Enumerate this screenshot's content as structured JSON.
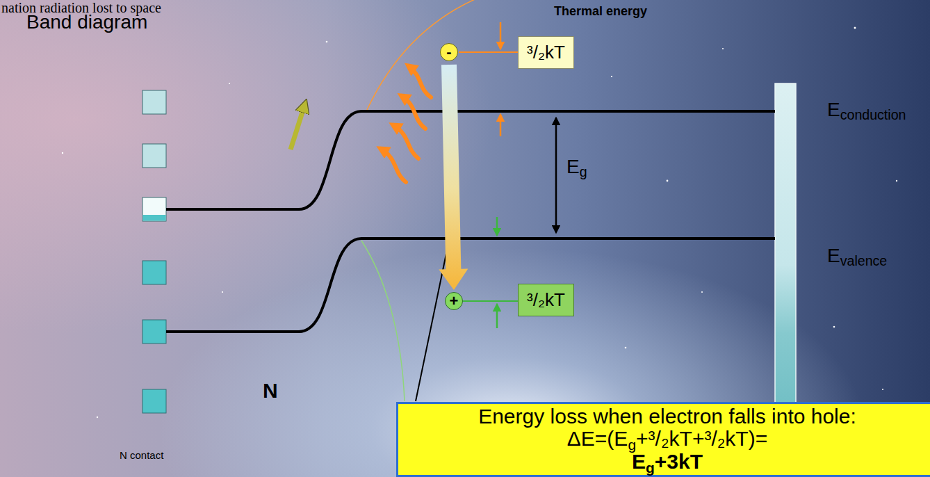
{
  "diagram": {
    "nodes": [
      {
        "text": [
          "-"
        ]
      },
      {
        "text": [
          "³/₂kT"
        ]
      },
      {
        "text": [
          "+"
        ]
      },
      {
        "text": [
          "³/₂kT"
        ]
      },
      {
        "text": [
          "Energy loss when electron falls into hole:",
          "ΔE=(Eg+³/₂kT+³/₂kT)=",
          "Eg+3kT"
        ]
      }
    ],
    "edges": [
      {
        "from": 0,
        "to": 2,
        "arrow": "to"
      }
    ],
    "labels": [
      "nation radiation lost to space",
      "Band diagram",
      "Thermal energy",
      "Econduction",
      "Eg",
      "Evalence",
      "N",
      "N contact"
    ]
  }
}
